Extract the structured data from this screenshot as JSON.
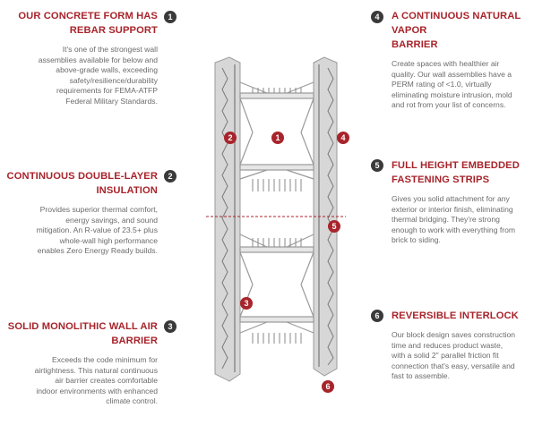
{
  "features": [
    {
      "number": "1",
      "title_line1": "OUR CONCRETE FORM HAS",
      "title_line2": "REBAR SUPPORT",
      "desc_lines": [
        "It's one of the strongest wall",
        "assemblies available for below and",
        "above-grade walls, exceeding",
        "safety/resilience/durability",
        "requirements for FEMA-ATFP",
        "Federal Military Standards."
      ]
    },
    {
      "number": "2",
      "title_line1": "CONTINUOUS DOUBLE-LAYER",
      "title_line2": "INSULATION",
      "desc_lines": [
        "Provides superior thermal comfort,",
        "energy savings, and sound",
        "mitigation. An R-value of 23.5+ plus",
        "whole-wall high performance",
        "enables Zero Energy Ready builds."
      ]
    },
    {
      "number": "3",
      "title_line1": "SOLID MONOLITHIC WALL AIR",
      "title_line2": "BARRIER",
      "desc_lines": [
        "Exceeds the code minimum for",
        "airtightness. This natural continuous",
        "air barrier creates comfortable",
        "indoor environments with enhanced",
        "climate control."
      ]
    },
    {
      "number": "4",
      "title_line1": "A CONTINUOUS NATURAL VAPOR",
      "title_line2": "BARRIER",
      "desc_lines": [
        "Create spaces with healthier air",
        "quality. Our wall assemblies have a",
        "PERM rating of <1.0, virtually",
        "eliminating moisture intrusion, mold",
        "and rot from your list of concerns."
      ]
    },
    {
      "number": "5",
      "title_line1": "FULL HEIGHT EMBEDDED",
      "title_line2": "FASTENING STRIPS",
      "desc_lines": [
        "Gives you solid attachment for any",
        "exterior or interior finish, eliminating",
        "thermal bridging. They're strong",
        "enough to work with everything from",
        "brick to siding."
      ]
    },
    {
      "number": "6",
      "title_line1": "REVERSIBLE INTERLOCK",
      "title_line2": "",
      "desc_lines": [
        "Our block design saves construction",
        "time and reduces product waste,",
        "with a solid 2\" parallel friction fit",
        "connection that's easy, versatile and",
        "fast to assemble."
      ]
    }
  ],
  "diagram_markers": [
    "1",
    "2",
    "3",
    "4",
    "5",
    "6"
  ],
  "colors": {
    "accent": "#a8242b",
    "dark": "#3a3a3a",
    "text": "#6b6b6b",
    "structure": "#b3b3b3"
  }
}
